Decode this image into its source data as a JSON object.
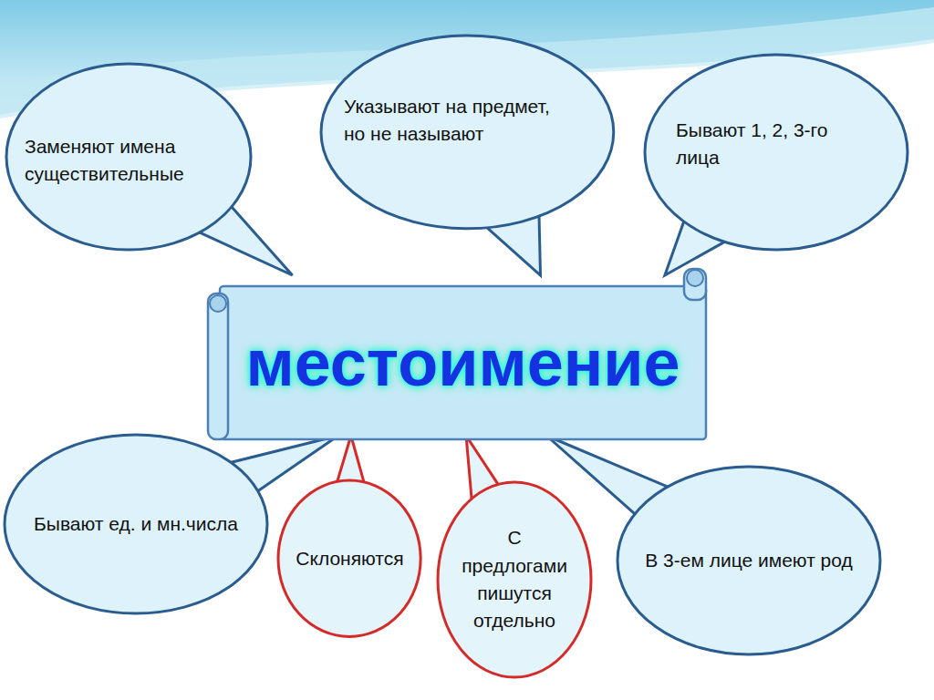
{
  "diagram": {
    "nodes": [
      {
        "text": [
          "Заменяют имена существительные"
        ]
      },
      {
        "text": [
          "Указывают на предмет, но не называют"
        ]
      },
      {
        "text": [
          "Бывают 1, 2, 3-го лица"
        ]
      },
      {
        "text": [
          "местоимение"
        ]
      },
      {
        "text": [
          "Бывают ед. и мн.числа"
        ]
      },
      {
        "text": [
          "Склоняются"
        ]
      },
      {
        "text": [
          "С предлогами пишутся отдельно"
        ]
      },
      {
        "text": [
          "В 3-ем лице имеют род"
        ]
      }
    ],
    "edges": [
      {
        "from": 0,
        "to": 3,
        "arrow": "none"
      },
      {
        "from": 1,
        "to": 3,
        "arrow": "none"
      },
      {
        "from": 2,
        "to": 3,
        "arrow": "none"
      },
      {
        "from": 4,
        "to": 3,
        "arrow": "none"
      },
      {
        "from": 5,
        "to": 3,
        "arrow": "none"
      },
      {
        "from": 6,
        "to": 3,
        "arrow": "none"
      },
      {
        "from": 7,
        "to": 3,
        "arrow": "none"
      }
    ]
  }
}
